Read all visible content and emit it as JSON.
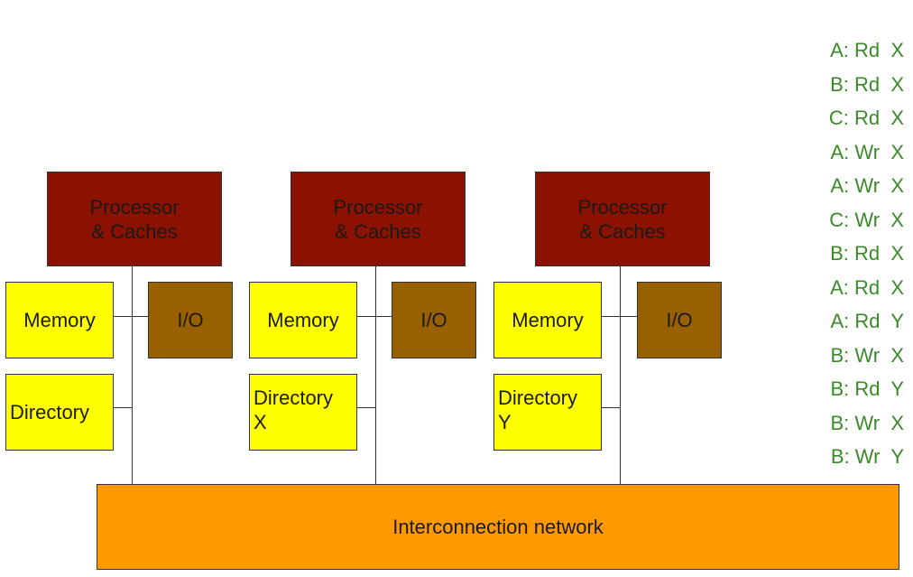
{
  "colors": {
    "processor": "#8b1200",
    "memory": "#ffff00",
    "directory": "#ffff00",
    "io": "#996000",
    "network": "#ff9900",
    "ops_text": "#3a8a2a"
  },
  "nodes": [
    {
      "processor_label_1": "Processor",
      "processor_label_2": "& Caches",
      "memory_label": "Memory",
      "io_label": "I/O",
      "directory_label_1": "Directory",
      "directory_label_2": ""
    },
    {
      "processor_label_1": "Processor",
      "processor_label_2": "& Caches",
      "memory_label": "Memory",
      "io_label": "I/O",
      "directory_label_1": "Directory",
      "directory_label_2": "X"
    },
    {
      "processor_label_1": "Processor",
      "processor_label_2": "& Caches",
      "memory_label": "Memory",
      "io_label": "I/O",
      "directory_label_1": "Directory",
      "directory_label_2": "Y"
    }
  ],
  "network_label": "Interconnection network",
  "operations": [
    "A: Rd  X",
    "B: Rd  X",
    "C: Rd  X",
    "A: Wr  X",
    "A: Wr  X",
    "C: Wr  X",
    "B: Rd  X",
    "A: Rd  X",
    "A: Rd  Y",
    "B: Wr  X",
    "B: Rd  Y",
    "B: Wr  X",
    "B: Wr  Y"
  ]
}
